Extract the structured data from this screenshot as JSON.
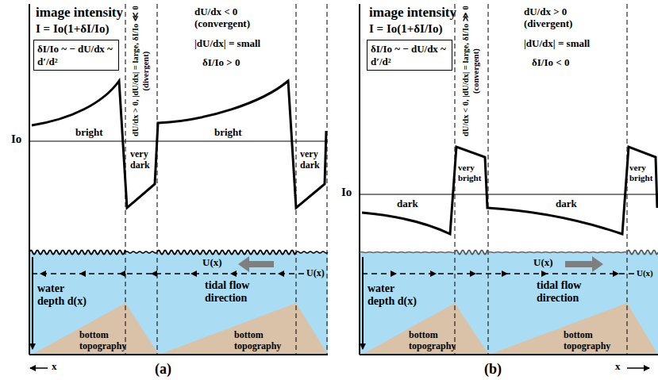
{
  "diagram": {
    "nodes": [
      {
        "text": [
          "δI/Io ~ − dU/dx ~ d′/d²"
        ]
      },
      {
        "text": [
          "δI/Io ~ − dU/dx ~ d′/d²"
        ]
      }
    ],
    "labels": [
      "image intensity",
      "I = Io(1+δI/Io)",
      "dU/dx > 0, |dU/dx| = large, δI/Io ≪ 0 (divergent)",
      "dU/dx < 0 (convergent)",
      "|dU/dx| = small",
      "δI/Io > 0",
      "Io",
      "bright",
      "very dark",
      "bright",
      "very dark",
      "water depth d(x)",
      "U(x)",
      "U(x)",
      "tidal flow direction",
      "bottom topography",
      "bottom topography",
      "x",
      "(a)",
      "image intensity",
      "I = Io(1+δI/Io)",
      "dU/dx < 0, |dU/dx| = large, δI/Io ≫ 0 (convergent)",
      "dU/dx > 0 (divergent)",
      "|dU/dx| = small",
      "δI/Io < 0",
      "Io",
      "dark",
      "very bright",
      "dark",
      "very bright",
      "water depth d(x)",
      "U(x)",
      "U(x)",
      "tidal flow direction",
      "bottom topography",
      "bottom topography",
      "x",
      "(b)"
    ]
  }
}
